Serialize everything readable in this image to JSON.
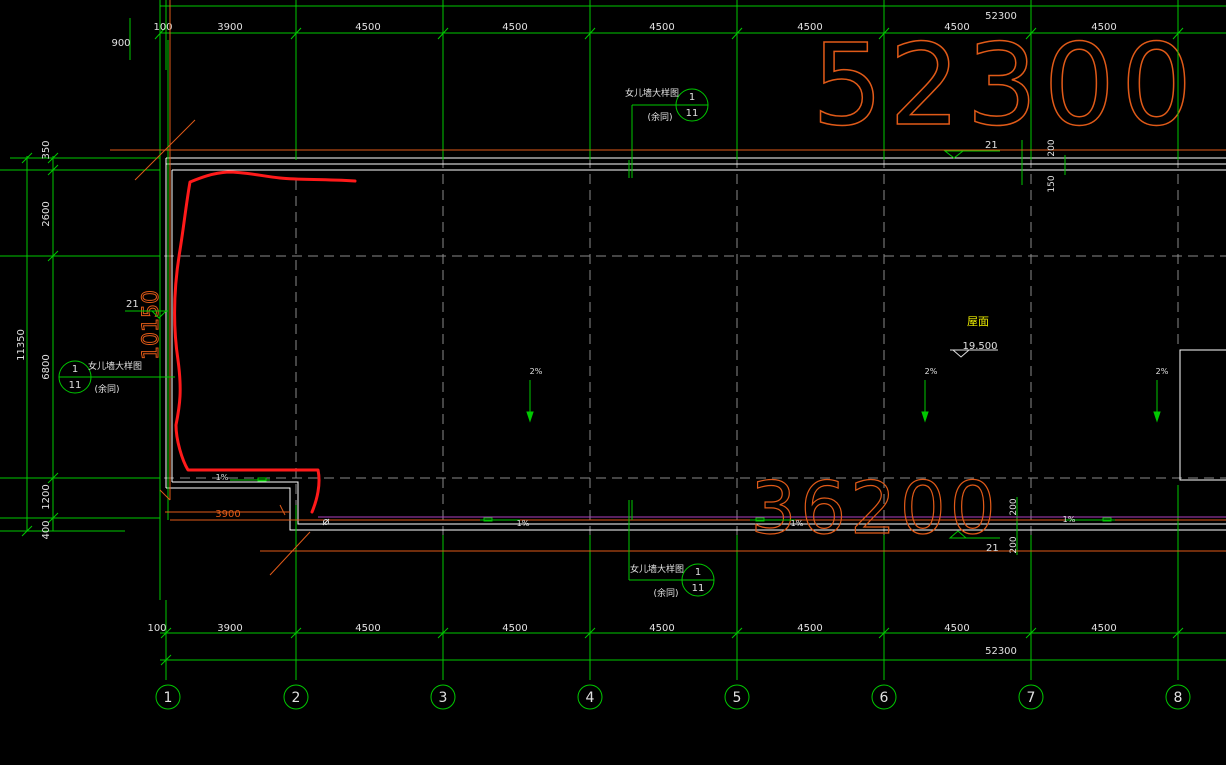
{
  "drawing": {
    "dims_top": {
      "total": "52300",
      "offset": "100",
      "spans": [
        "3900",
        "4500",
        "4500",
        "4500",
        "4500",
        "4500",
        "4500"
      ]
    },
    "dims_bottom": {
      "total": "52300",
      "offset": "100",
      "spans": [
        "3900",
        "4500",
        "4500",
        "4500",
        "4500",
        "4500",
        "4500"
      ]
    },
    "dims_left": {
      "total": "11350",
      "segments": [
        "900",
        "350",
        "2600",
        "6800",
        "1200",
        "400"
      ]
    },
    "dims_right": {
      "top_a": "200",
      "top_b": "150",
      "bottom_a": "200",
      "bottom_b": "200"
    },
    "axis_labels": [
      "1",
      "2",
      "3",
      "4",
      "5",
      "6",
      "7",
      "8"
    ],
    "big_annotations": {
      "top": "52300",
      "left": "10150",
      "bottom": "36200"
    },
    "sections": {
      "callout_title": "女儿墙大样图",
      "callout_note": "(余同)",
      "number_top": "1",
      "number_bottom": "11"
    },
    "roof": {
      "label": "屋面",
      "elevation": "19.500"
    },
    "slopes": {
      "two_percent": "2%",
      "one_percent": "1%"
    },
    "markers": {
      "level_21": "21",
      "dim_3900_red": "3900"
    },
    "colors": {
      "grid": "#00c800",
      "dim": "#00e000",
      "white": "#ffffff",
      "orange": "#e05a18",
      "red": "#ff1a1a",
      "yellow": "#f0f000",
      "purple": "#b040c0"
    }
  }
}
